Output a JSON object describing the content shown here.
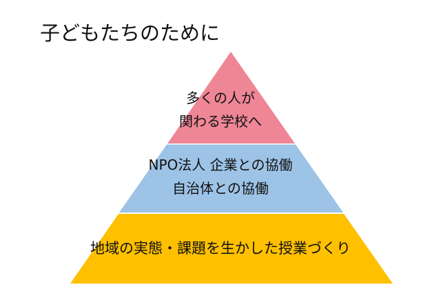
{
  "title": "子どもたちのために",
  "tiers": [
    {
      "lines": [
        "多くの人が",
        "関わる学校へ"
      ],
      "color": "#EE8696"
    },
    {
      "lines": [
        "NPO法人 企業との協働",
        "自治体との協働"
      ],
      "color": "#9DC3E6"
    },
    {
      "lines": [
        "地域の実態・課題を生かした授業づくり"
      ],
      "color": "#FFC000"
    }
  ]
}
